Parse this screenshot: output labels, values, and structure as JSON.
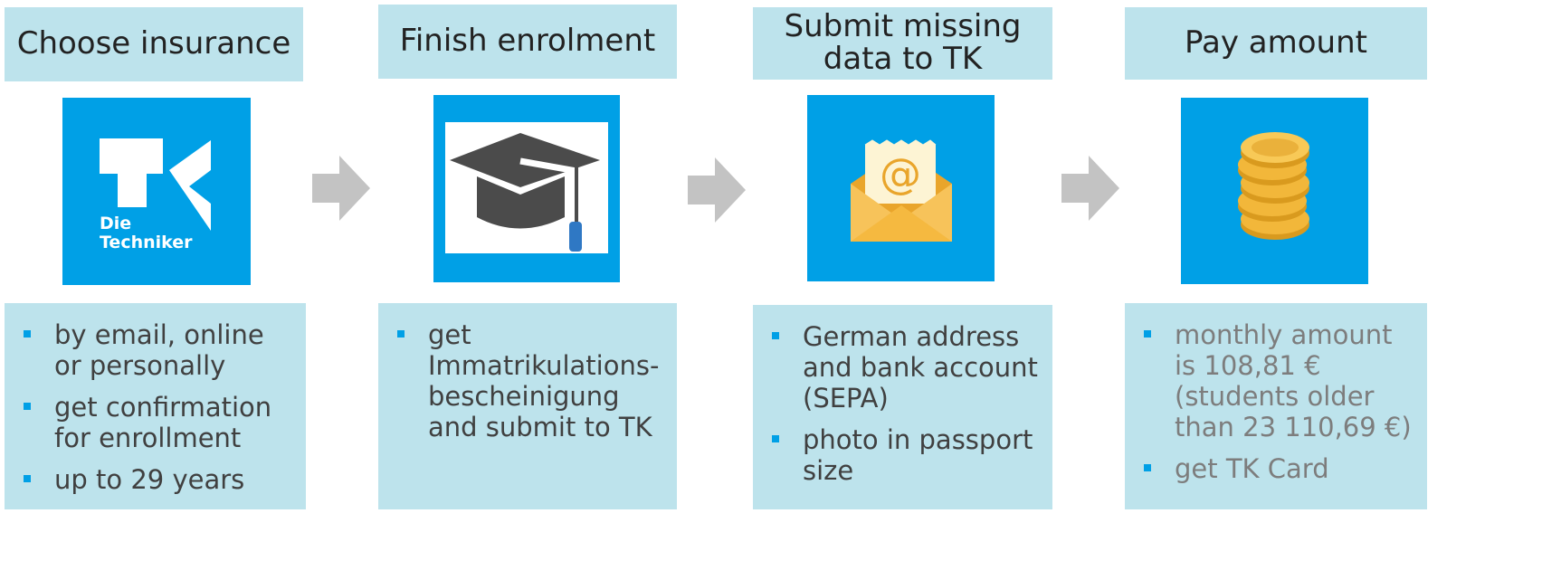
{
  "steps": [
    {
      "title": "Choose insurance",
      "icon": "tk-logo-icon",
      "logo_text": [
        "Die",
        "Techniker"
      ],
      "bullets": [
        "by email, online\nor personally",
        "get confirmation\nfor enrollment",
        "up to 29 years"
      ]
    },
    {
      "title": "Finish enrolment",
      "icon": "graduation-cap-icon",
      "bullets": [
        "get\nImmatrikulations-\nbescheinigung\nand submit to TK"
      ]
    },
    {
      "title": "Submit missing\ndata to TK",
      "icon": "email-envelope-icon",
      "envelope_symbol": "@",
      "bullets": [
        "German address\nand bank account\n(SEPA)",
        "photo in passport\nsize"
      ]
    },
    {
      "title": "Pay amount",
      "icon": "coins-icon",
      "bullets": [
        "monthly amount\nis 108,81 €\n(students older\nthan 23 110,69 €)",
        "get TK Card"
      ]
    }
  ],
  "colors": {
    "box_background": "#bde3ec",
    "icon_background": "#00a0e6",
    "arrow": "#c3c3c3",
    "bullet_marker": "#00a0e6"
  }
}
